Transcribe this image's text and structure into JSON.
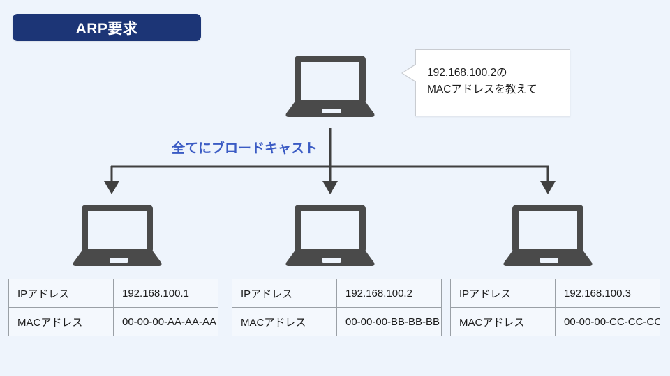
{
  "title": {
    "label": "ARP要求"
  },
  "bubble": {
    "text": "192.168.100.2の\nMACアドレスを教えて"
  },
  "broadcast": {
    "label": "全てにブロードキャスト"
  },
  "colors": {
    "background": "#eef4fc",
    "badge": "#1c3576",
    "badge_text": "#ffffff",
    "broadcast_text": "#3b5bc4",
    "device": "#4a4a4a",
    "arrow": "#404040",
    "table_border": "#9aa0a6",
    "bubble_fill": "#ffffff"
  },
  "sender": {
    "icon": "laptop-icon"
  },
  "hosts": [
    {
      "icon": "laptop-icon",
      "rows": [
        {
          "key": "IPアドレス",
          "value": "192.168.100.1"
        },
        {
          "key": "MACアドレス",
          "value": "00-00-00-AA-AA-AA"
        }
      ]
    },
    {
      "icon": "laptop-icon",
      "rows": [
        {
          "key": "IPアドレス",
          "value": "192.168.100.2"
        },
        {
          "key": "MACアドレス",
          "value": "00-00-00-BB-BB-BB"
        }
      ]
    },
    {
      "icon": "laptop-icon",
      "rows": [
        {
          "key": "IPアドレス",
          "value": "192.168.100.3"
        },
        {
          "key": "MACアドレス",
          "value": "00-00-00-CC-CC-CC"
        }
      ]
    }
  ]
}
